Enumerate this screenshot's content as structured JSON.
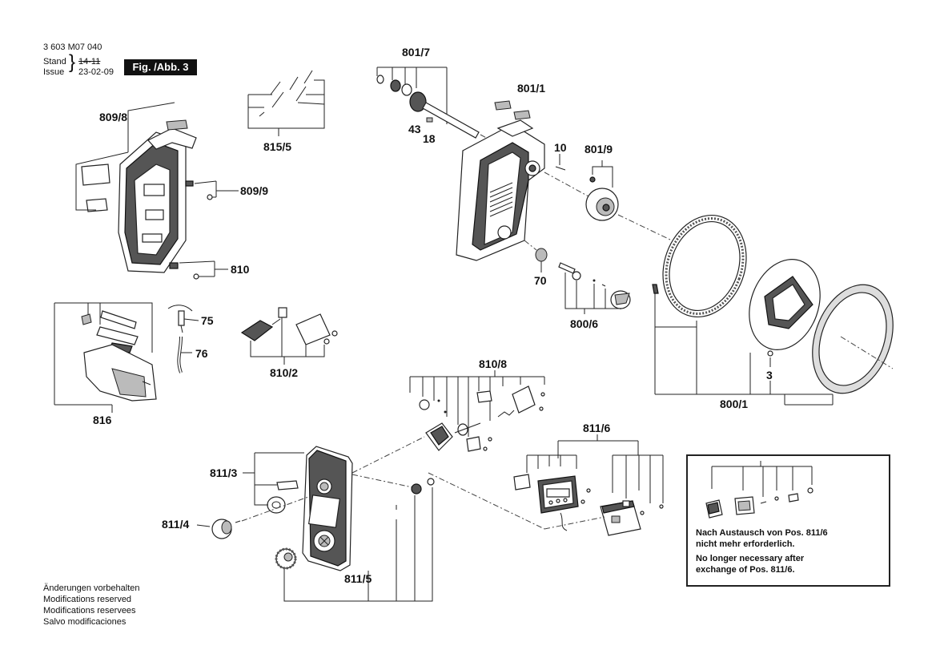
{
  "header": {
    "doc_number": "3 603 M07 040",
    "stand_label": "Stand",
    "issue_label": "Issue",
    "stand_value": "14-11",
    "issue_value": "23-02-09",
    "figure": "Fig. /Abb. 3"
  },
  "labels": {
    "l809_8": "809/8",
    "l809_9": "809/9",
    "l810": "810",
    "l815_5": "815/5",
    "l801_7": "801/7",
    "l801_1": "801/1",
    "l43": "43",
    "l18": "18",
    "l10": "10",
    "l801_9": "801/9",
    "l70": "70",
    "l800_6": "800/6",
    "l800_1": "800/1",
    "l3": "3",
    "l75": "75",
    "l76": "76",
    "l810_2": "810/2",
    "l816": "816",
    "l810_8": "810/8",
    "l811_6": "811/6",
    "l811_3": "811/3",
    "l811_4": "811/4",
    "l811_5": "811/5"
  },
  "footer": {
    "line1": "Änderungen vorbehalten",
    "line2": "Modifications reserved",
    "line3": "Modifications reservees",
    "line4": "Salvo modificaciones"
  },
  "note": {
    "de_line1": "Nach Austausch von Pos. 811/6",
    "de_line2": "nicht mehr erforderlich.",
    "en_line1": "No longer necessary after",
    "en_line2": "exchange of Pos. 811/6."
  }
}
